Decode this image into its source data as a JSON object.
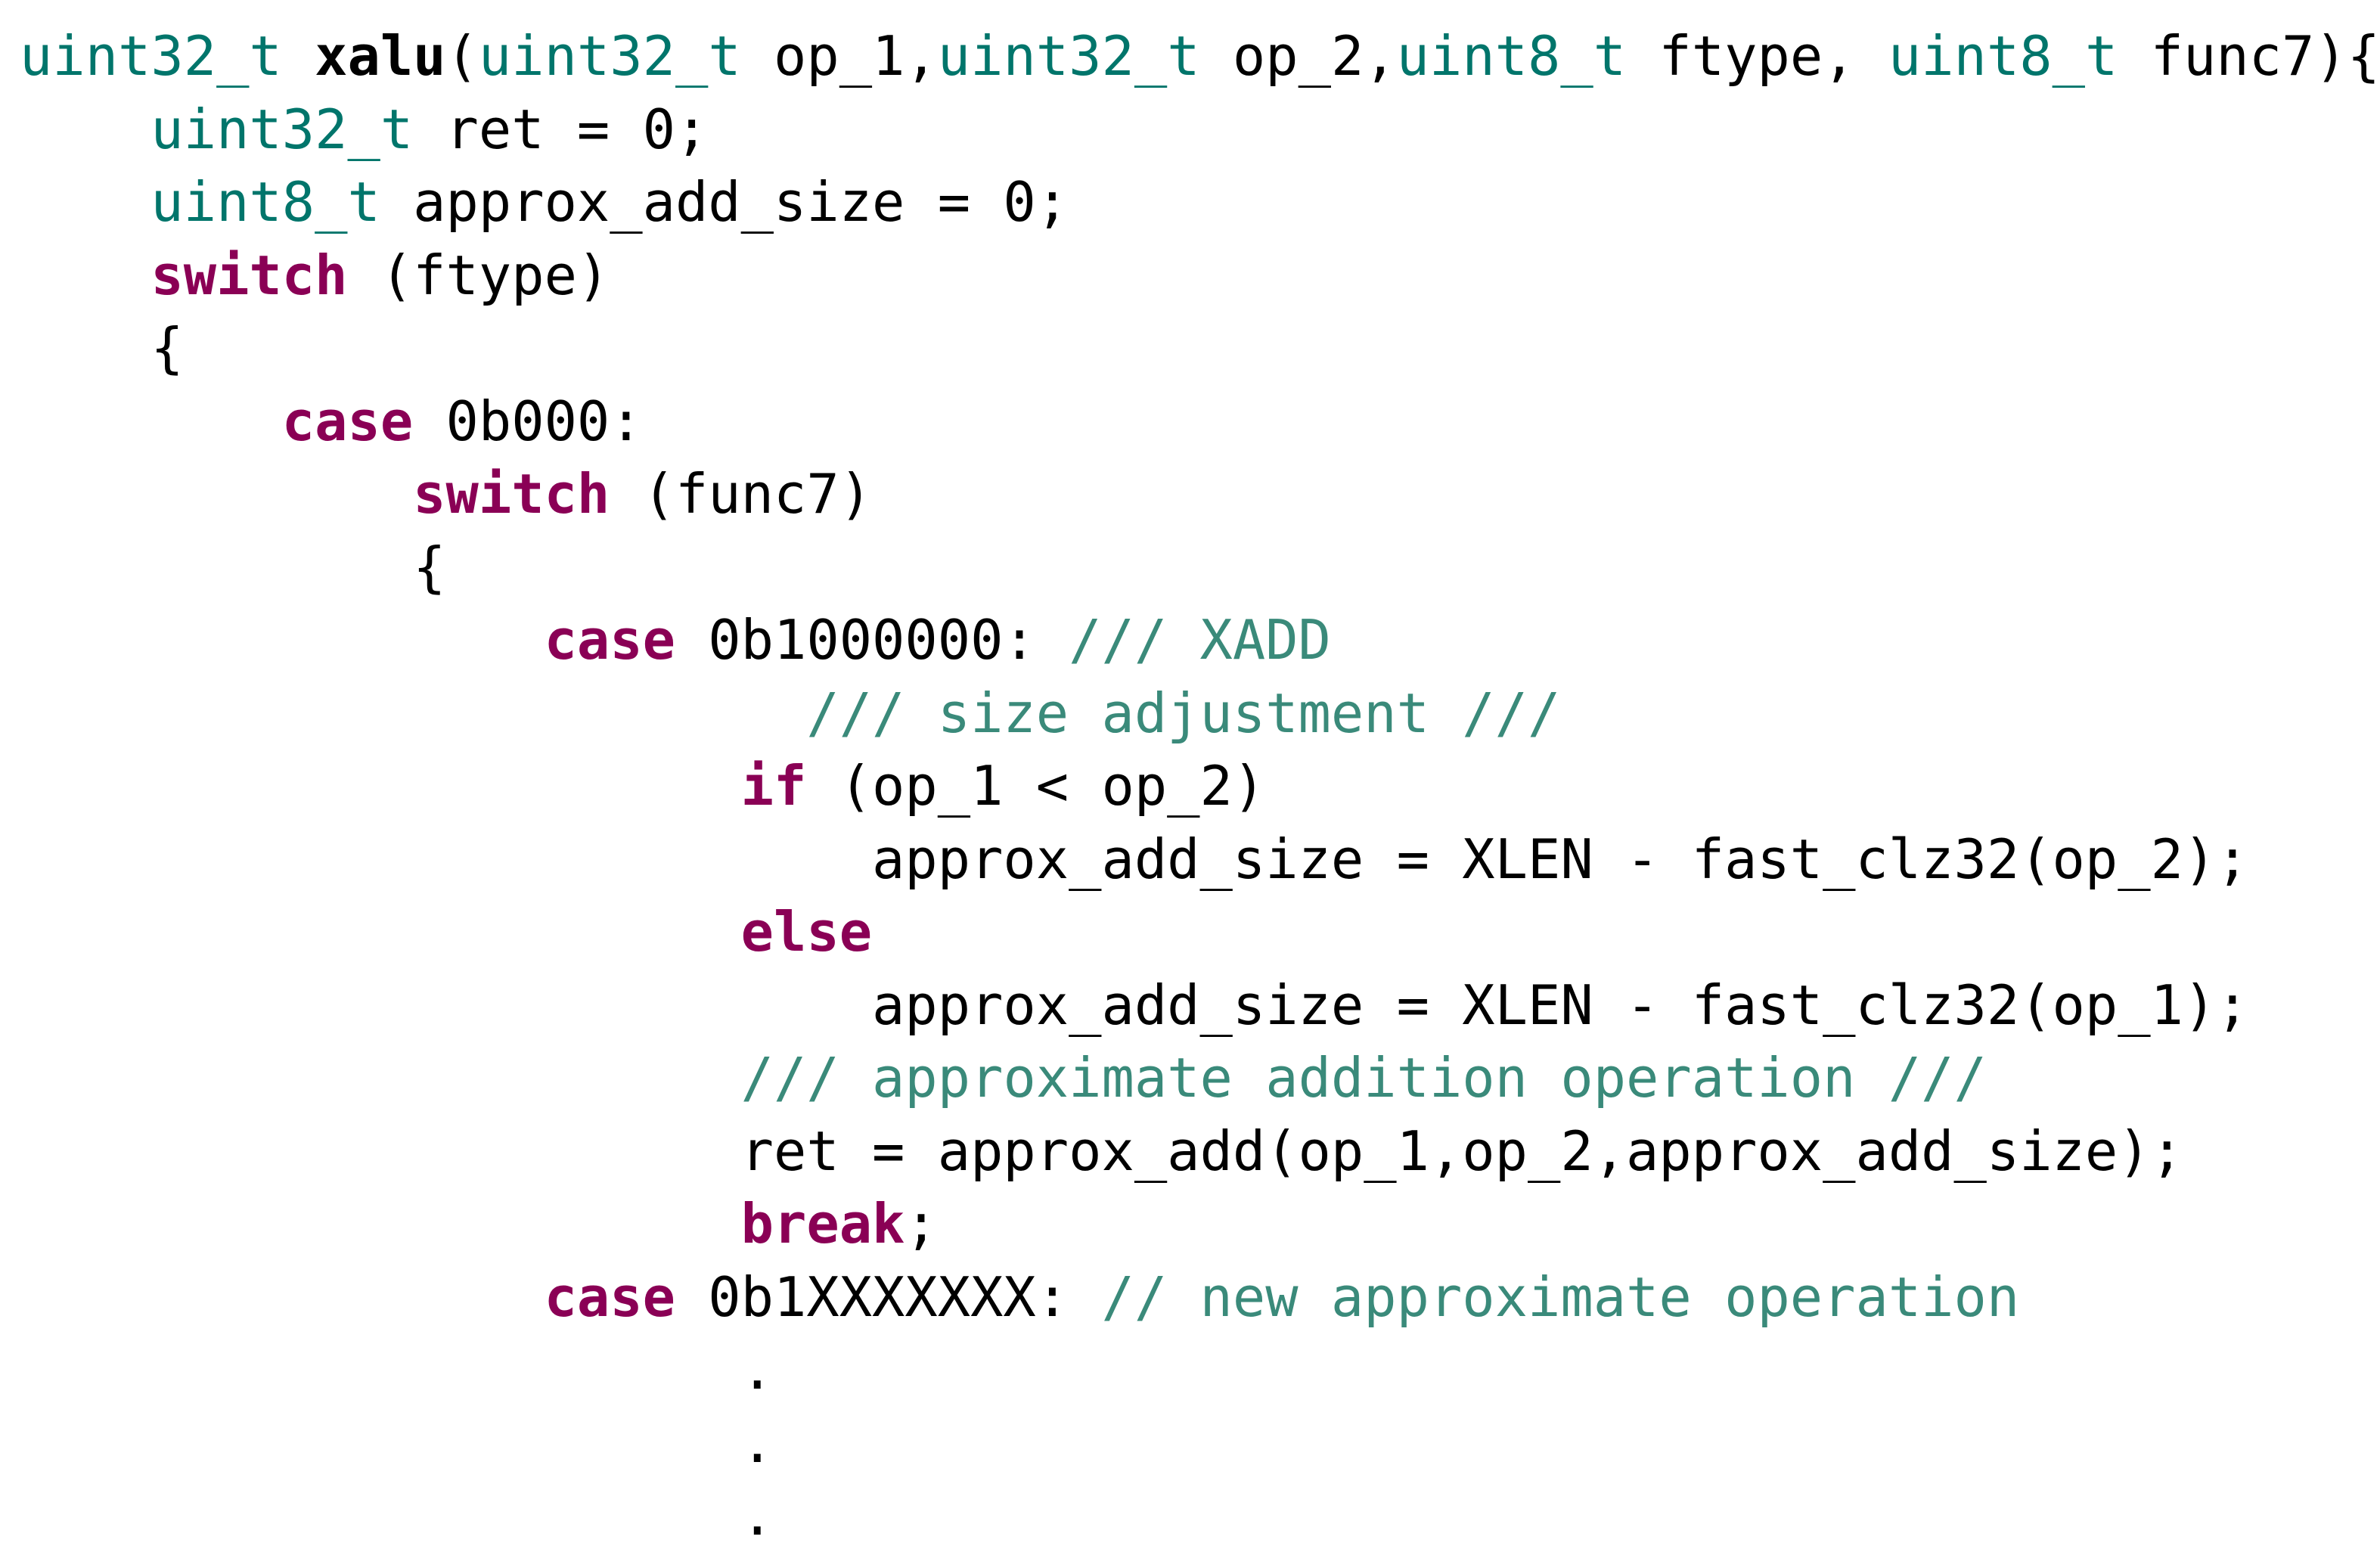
{
  "editor": {
    "colors": {
      "background": "#ffffff",
      "type": "#00756b",
      "keyword": "#8a0055",
      "comment": "#3a8a7a",
      "text": "#000000"
    },
    "lines": [
      [
        {
          "kind": "type",
          "text": "uint32_t"
        },
        {
          "kind": "plain",
          "text": " "
        },
        {
          "kind": "func",
          "text": "xalu"
        },
        {
          "kind": "plain",
          "text": "("
        },
        {
          "kind": "type",
          "text": "uint32_t"
        },
        {
          "kind": "plain",
          "text": " op_1,"
        },
        {
          "kind": "type",
          "text": "uint32_t"
        },
        {
          "kind": "plain",
          "text": " op_2,"
        },
        {
          "kind": "type",
          "text": "uint8_t"
        },
        {
          "kind": "plain",
          "text": " ftype, "
        },
        {
          "kind": "type",
          "text": "uint8_t"
        },
        {
          "kind": "plain",
          "text": " func7){"
        }
      ],
      [
        {
          "kind": "plain",
          "text": "    "
        },
        {
          "kind": "type",
          "text": "uint32_t"
        },
        {
          "kind": "plain",
          "text": " ret = 0;"
        }
      ],
      [
        {
          "kind": "plain",
          "text": "    "
        },
        {
          "kind": "type",
          "text": "uint8_t"
        },
        {
          "kind": "plain",
          "text": " approx_add_size = 0;"
        }
      ],
      [
        {
          "kind": "plain",
          "text": "    "
        },
        {
          "kind": "keyword",
          "text": "switch"
        },
        {
          "kind": "plain",
          "text": " (ftype)"
        }
      ],
      [
        {
          "kind": "plain",
          "text": "    {"
        }
      ],
      [
        {
          "kind": "plain",
          "text": "        "
        },
        {
          "kind": "keyword",
          "text": "case"
        },
        {
          "kind": "plain",
          "text": " 0b000:"
        }
      ],
      [
        {
          "kind": "plain",
          "text": "            "
        },
        {
          "kind": "keyword",
          "text": "switch"
        },
        {
          "kind": "plain",
          "text": " (func7)"
        }
      ],
      [
        {
          "kind": "plain",
          "text": "            {"
        }
      ],
      [
        {
          "kind": "plain",
          "text": "                "
        },
        {
          "kind": "keyword",
          "text": "case"
        },
        {
          "kind": "plain",
          "text": " 0b1000000: "
        },
        {
          "kind": "comment",
          "text": "/// XADD"
        }
      ],
      [
        {
          "kind": "plain",
          "text": "                        "
        },
        {
          "kind": "comment",
          "text": "/// size adjustment ///"
        }
      ],
      [
        {
          "kind": "plain",
          "text": "                      "
        },
        {
          "kind": "keyword",
          "text": "if"
        },
        {
          "kind": "plain",
          "text": " (op_1 < op_2)"
        }
      ],
      [
        {
          "kind": "plain",
          "text": "                          approx_add_size = XLEN - fast_clz32(op_2);"
        }
      ],
      [
        {
          "kind": "plain",
          "text": "                      "
        },
        {
          "kind": "keyword",
          "text": "else"
        }
      ],
      [
        {
          "kind": "plain",
          "text": "                          approx_add_size = XLEN - fast_clz32(op_1);"
        }
      ],
      [
        {
          "kind": "plain",
          "text": "                      "
        },
        {
          "kind": "comment",
          "text": "/// approximate addition operation ///"
        }
      ],
      [
        {
          "kind": "plain",
          "text": "                      ret = approx_add(op_1,op_2,approx_add_size);"
        }
      ],
      [
        {
          "kind": "plain",
          "text": "                      "
        },
        {
          "kind": "keyword",
          "text": "break"
        },
        {
          "kind": "plain",
          "text": ";"
        }
      ],
      [
        {
          "kind": "plain",
          "text": "                "
        },
        {
          "kind": "keyword",
          "text": "case"
        },
        {
          "kind": "plain",
          "text": " 0b1XXXXXXX: "
        },
        {
          "kind": "comment",
          "text": "// new approximate operation"
        }
      ],
      [
        {
          "kind": "plain",
          "text": "                      ."
        }
      ],
      [
        {
          "kind": "plain",
          "text": "                      ."
        }
      ],
      [
        {
          "kind": "plain",
          "text": "                      ."
        }
      ]
    ]
  }
}
